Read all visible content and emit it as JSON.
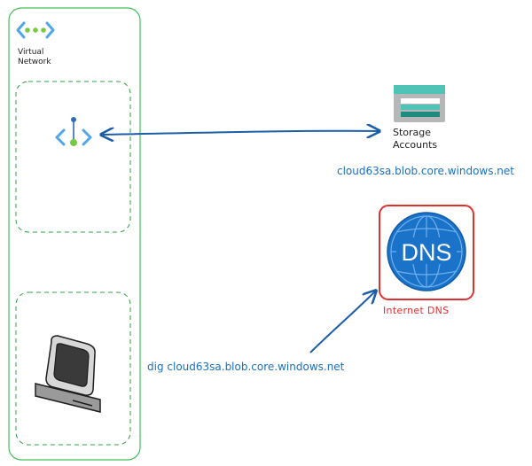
{
  "virtual_network": {
    "line1": "Virtual",
    "line2": "Network"
  },
  "storage": {
    "line1": "Storage",
    "line2": "Accounts",
    "hostname": "cloud63sa.blob.core.windows.net"
  },
  "dns": {
    "icon_text": "DNS",
    "label": "Internet DNS"
  },
  "command": {
    "text": "dig cloud63sa.blob.core.windows.net"
  },
  "colors": {
    "vnet_border": "#40c057",
    "subnet_border": "#2f9e44",
    "arrow": "#1c5ea8",
    "link_text": "#1971c2",
    "dns_border": "#e03131",
    "dns_icon": "#1a73c8",
    "storage_teal": "#4fc3b5",
    "storage_dark_teal": "#1f8a7e",
    "storage_gray": "#b5b7b8"
  },
  "icons": {
    "vnet": "virtual-network-icon",
    "private_endpoint": "private-endpoint-icon",
    "storage": "storage-account-icon",
    "dns": "dns-globe-icon",
    "client": "computer-terminal-icon"
  }
}
